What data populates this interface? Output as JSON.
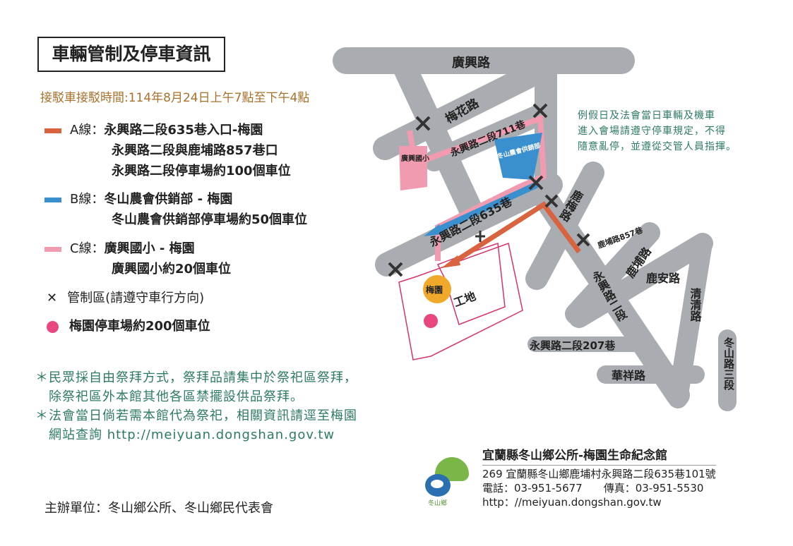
{
  "title": "車輛管制及停車資訊",
  "shuttle_time": "接駁車接駁時間:114年8月24日上午7點至下午4點",
  "legend": {
    "a": {
      "label": "A線：",
      "lines": [
        "永興路二段635巷入口-梅園",
        "永興路二段與鹿埔路857巷口",
        "永興路二段停車場約100個車位"
      ],
      "color": "#d9623f"
    },
    "b": {
      "label": "B線：",
      "lines": [
        "冬山農會供銷部 - 梅園",
        "冬山農會供銷部停車場約50個車位"
      ],
      "color": "#3a8fcf"
    },
    "c": {
      "label": "C線：",
      "lines": [
        "廣興國小 - 梅園",
        "廣興國小約20個車位"
      ],
      "color": "#f19bb0"
    },
    "control": {
      "symbol": "✕",
      "label": "管制區(請遵守車行方向)"
    },
    "parking": {
      "label": "梅園停車場約200個車位",
      "color": "#e8467f"
    }
  },
  "notes": [
    "＊民眾採自由祭拜方式，祭拜品請集中於祭祀區祭拜，",
    "　除祭祀區外本館其他各區禁擺設供品祭拜。",
    "＊法會當日倘若需本館代為祭祀，相關資訊請逕至梅園",
    "　網站查詢 http://meiyuan.dongshan.gov.tw"
  ],
  "rule_lines": [
    "例假日及法會當日車輛及機車",
    "進入會場請遵守停車規定，不得",
    "隨意亂停，並遵從交管人員指揮。"
  ],
  "organizer": "主辦單位：冬山鄉公所、冬山鄉民代表會",
  "footer": {
    "name": "宜蘭縣冬山鄉公所-梅園生命紀念館",
    "address": "269 宜蘭縣冬山鄉鹿埔村永興路二段635巷101號",
    "phone": "電話：03-951-5677　　傳真：03-951-5530",
    "url": "http：//meiyuan.dongshan.gov.tw",
    "logo_text": "冬山鄉"
  },
  "map": {
    "roads": {
      "guangxing": "廣興路",
      "meihua": "梅花路",
      "lane711": "永興路二段711巷",
      "lane635": "永興路二段635巷",
      "lumei": "鹿梅路",
      "lupu857": "鹿埔路857巷",
      "lupu": "鹿埔路",
      "luan": "鹿安路",
      "yongxing2": "永興路二段",
      "qingqing": "清清路",
      "lane207": "永興路二段207巷",
      "huaxiang": "華祥路",
      "dongshan3": "冬山路三段"
    },
    "places": {
      "school": "廣興國小",
      "farmers": "冬山農會供銷部",
      "meiyuan": "梅園",
      "site": "工地"
    }
  }
}
